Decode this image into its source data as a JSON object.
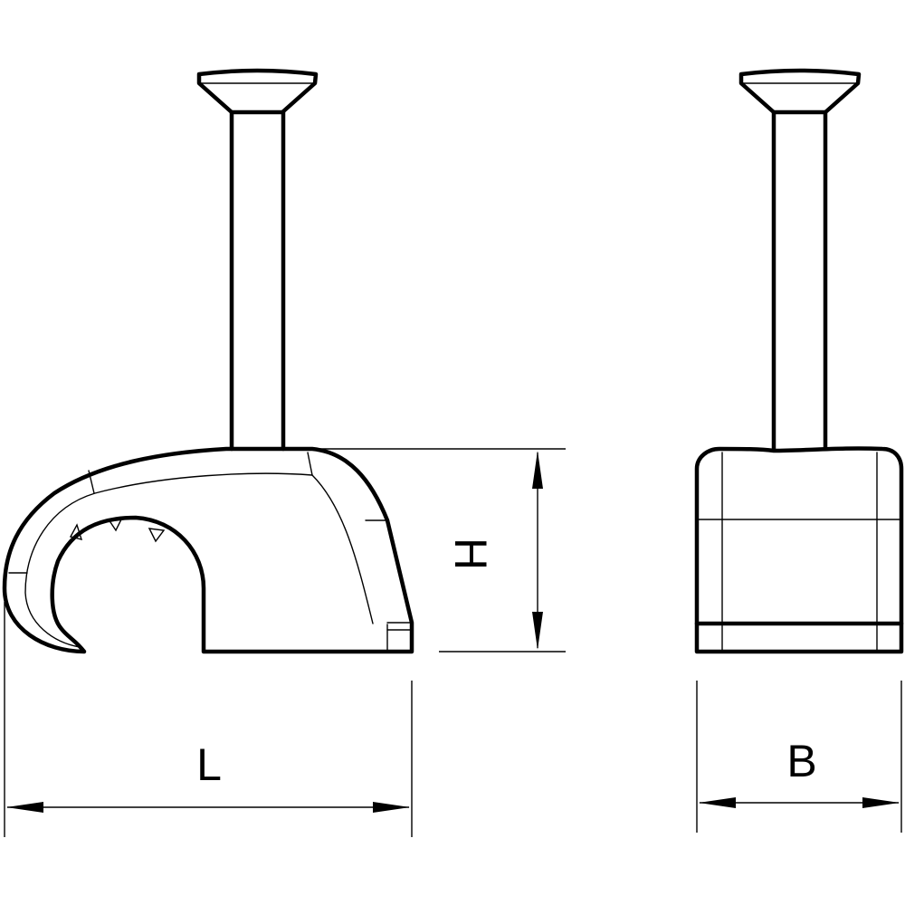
{
  "dimensions": {
    "length_label": "L",
    "height_label": "H",
    "width_label": "B"
  },
  "colors": {
    "line": "#000000",
    "background": "#ffffff"
  }
}
